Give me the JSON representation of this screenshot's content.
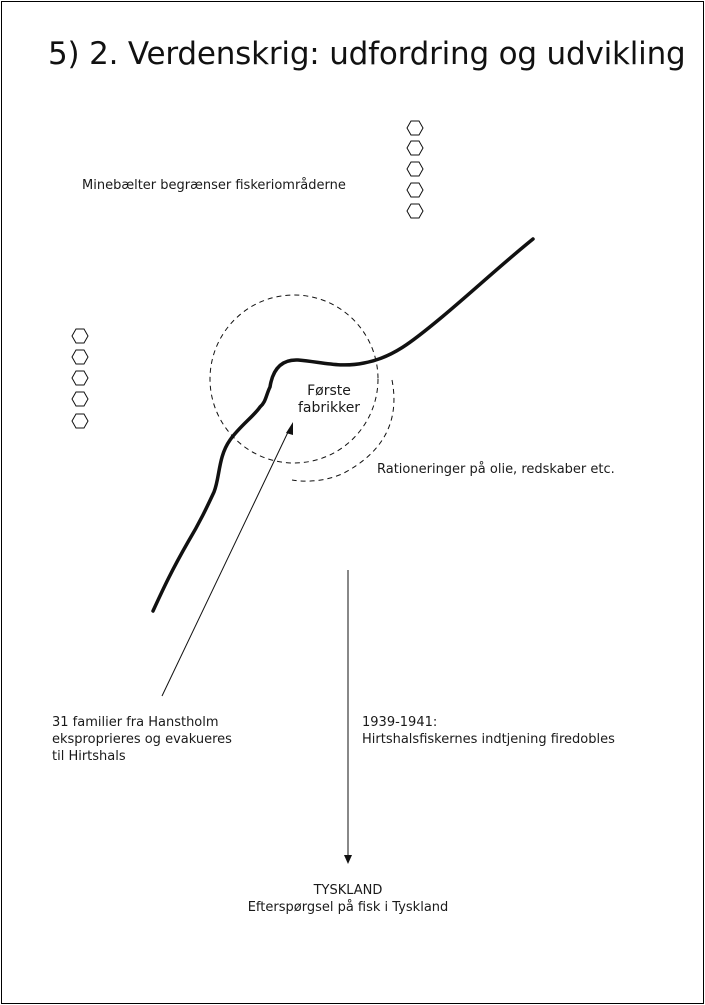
{
  "title": "5) 2. Verdenskrig: udfordring og udvikling",
  "labels": {
    "mines": "Minebælter begrænser fiskeriområderne",
    "factories": [
      "Første",
      "fabrikker"
    ],
    "rationing": "Rationeringer på olie, redskaber etc.",
    "families": [
      "31 familier fra Hanstholm",
      "eksproprieres og evakueres",
      "til Hirtshals"
    ],
    "earnings": [
      "1939-1941:",
      "Hirtshalsfiskernes indtjening firedobles"
    ],
    "germany": [
      "TYSKLAND",
      "Efterspørgsel på fisk i Tyskland"
    ]
  },
  "icons": {
    "mine_marker": "hexagon-icon",
    "coastline": "coastline-curve",
    "arrow": "arrow-icon"
  },
  "colors": {
    "ink": "#111111",
    "background": "#ffffff"
  }
}
